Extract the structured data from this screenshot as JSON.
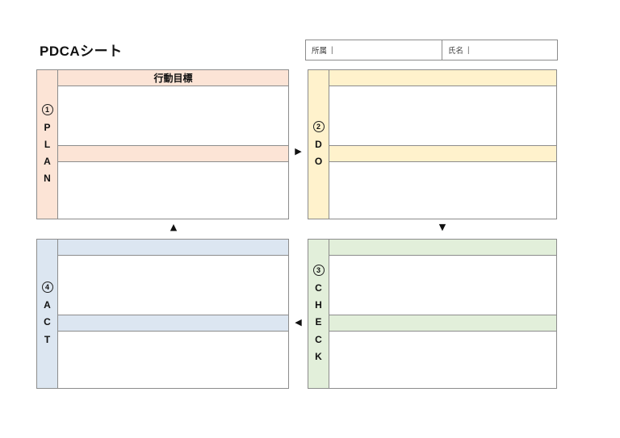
{
  "page": {
    "title": "PDCAシート"
  },
  "info_fields": [
    {
      "label": "所属",
      "bar": "|"
    },
    {
      "label": "氏名",
      "bar": "|"
    }
  ],
  "quadrants": {
    "plan": {
      "number": "1",
      "letters": [
        "P",
        "L",
        "A",
        "N"
      ],
      "header": "行動目標",
      "color": "#fce4d6"
    },
    "do": {
      "number": "2",
      "letters": [
        "D",
        "O"
      ],
      "header": "",
      "color": "#fff2cc"
    },
    "check": {
      "number": "3",
      "letters": [
        "C",
        "H",
        "E",
        "C",
        "K"
      ],
      "header": "",
      "color": "#e2efda"
    },
    "act": {
      "number": "4",
      "letters": [
        "A",
        "C",
        "T"
      ],
      "header": "",
      "color": "#dce6f1"
    }
  },
  "arrows": {
    "plan_to_do": "▶",
    "do_to_check": "▼",
    "check_to_act": "◀",
    "act_to_plan": "▲"
  }
}
